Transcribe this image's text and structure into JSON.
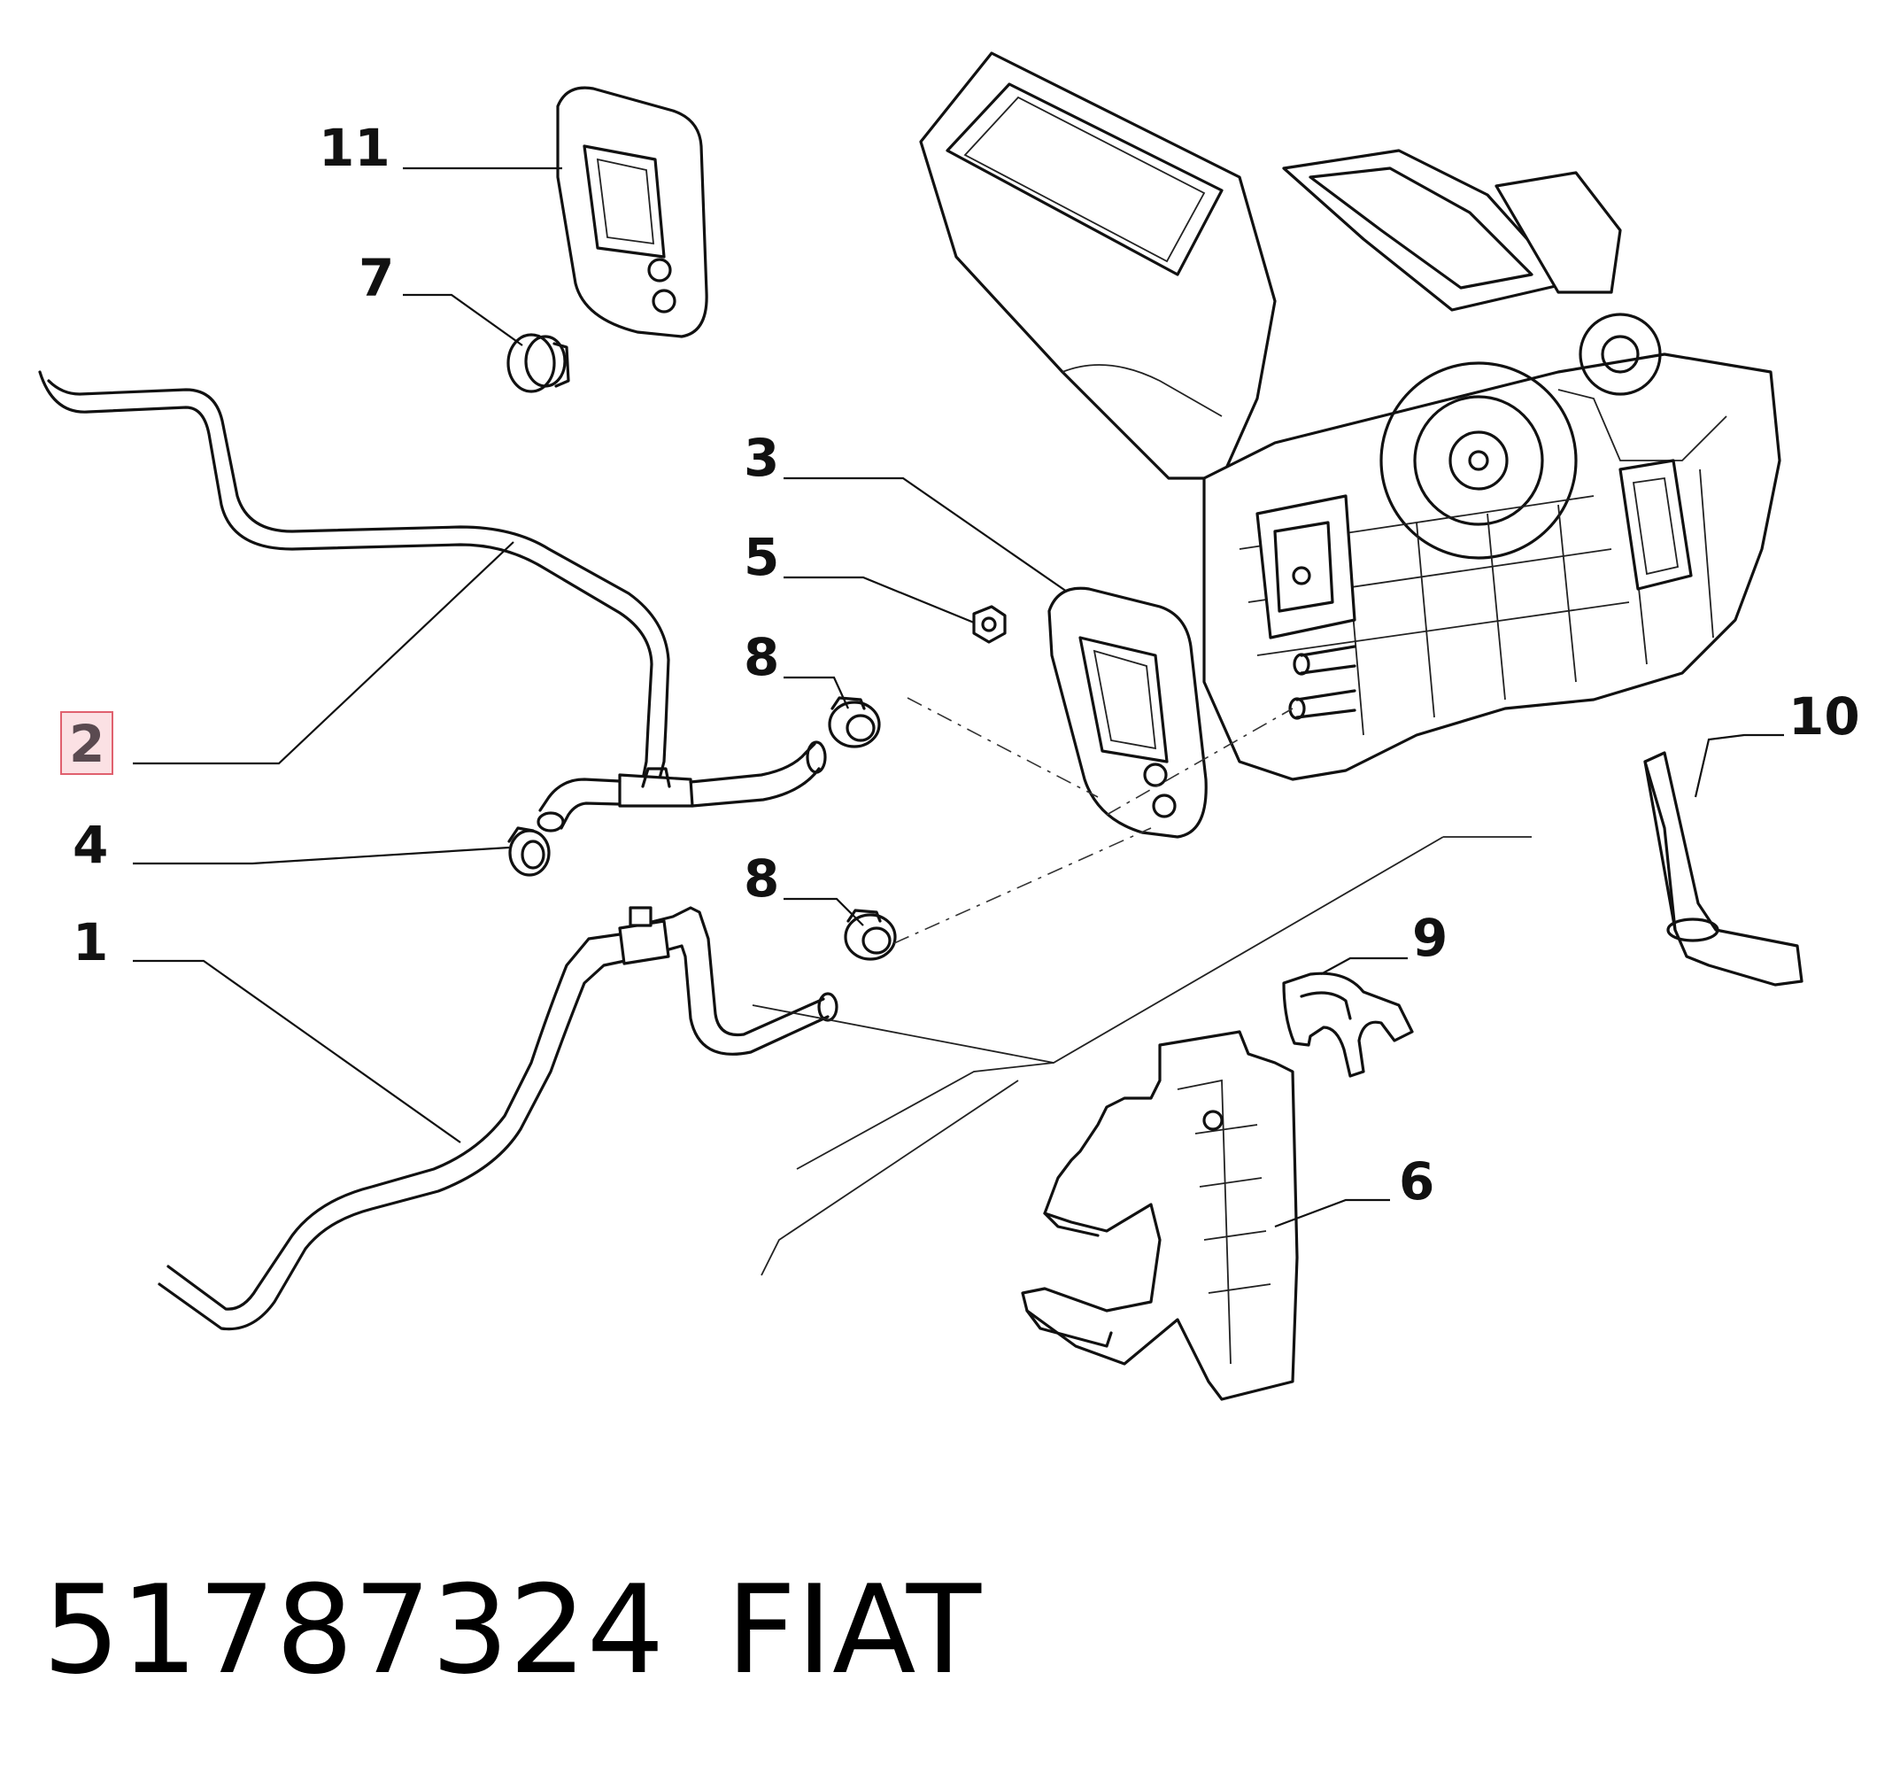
{
  "diagram": {
    "callouts": {
      "c11": "11",
      "c7": "7",
      "c2": "2",
      "c4": "4",
      "c1": "1",
      "c3": "3",
      "c5": "5",
      "c8a": "8",
      "c8b": "8",
      "c10": "10",
      "c9": "9",
      "c6": "6"
    },
    "highlighted_callout": "2"
  },
  "footer": {
    "part_number": "51787324",
    "brand": "FIAT"
  }
}
